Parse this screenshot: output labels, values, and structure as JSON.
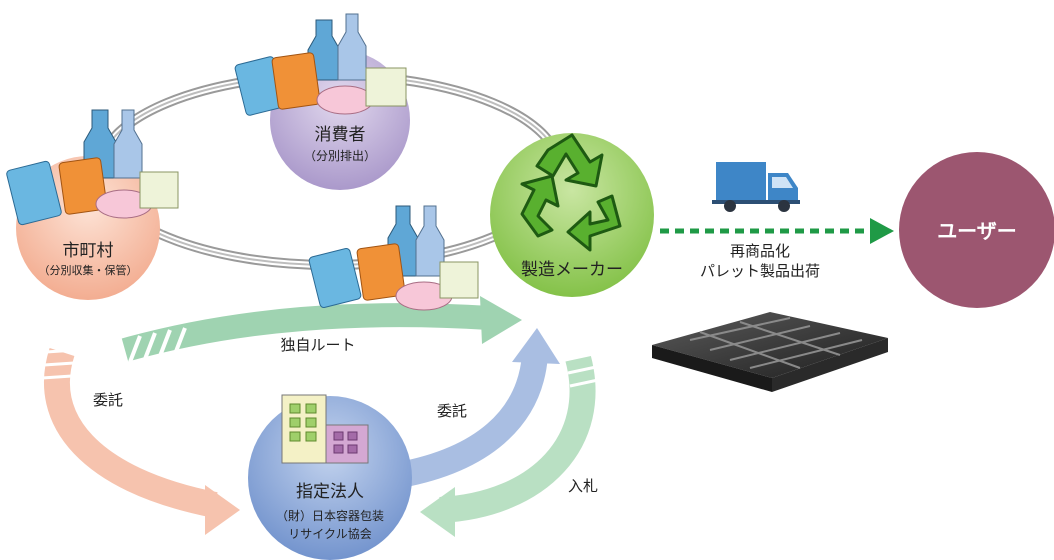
{
  "nodes": {
    "consumer": {
      "title": "消費者",
      "sub": "（分別排出）"
    },
    "municipality": {
      "title": "市町村",
      "sub": "（分別収集・保管）"
    },
    "manufacturer": {
      "title": "製造メーカー"
    },
    "corporation": {
      "title": "指定法人",
      "sub1": "（財）日本容器包装",
      "sub2": "リサイクル協会"
    },
    "user": {
      "title": "ユーザー"
    }
  },
  "flows": {
    "own_route": "独自ルート",
    "entrust_left": "委託",
    "entrust_right": "委託",
    "bid": "入札",
    "shipment_line1": "再商品化",
    "shipment_line2": "パレット製品出荷"
  },
  "colors": {
    "consumer": "#b3a3cf",
    "municipality": "#f4b59c",
    "manufacturer": "#8ec651",
    "corporation": "#7f9ed2",
    "user": "#9c5670",
    "green_arrow": "#9fd3b1",
    "blue_arrow": "#a9bee2",
    "salmon_arrow": "#f6c3ae",
    "dash_arrow": "#1f9a46",
    "truck": "#3e86c7"
  },
  "icons": [
    "recycle-icon",
    "truck-icon",
    "building-icon",
    "pallet-image",
    "packaging-icon"
  ]
}
